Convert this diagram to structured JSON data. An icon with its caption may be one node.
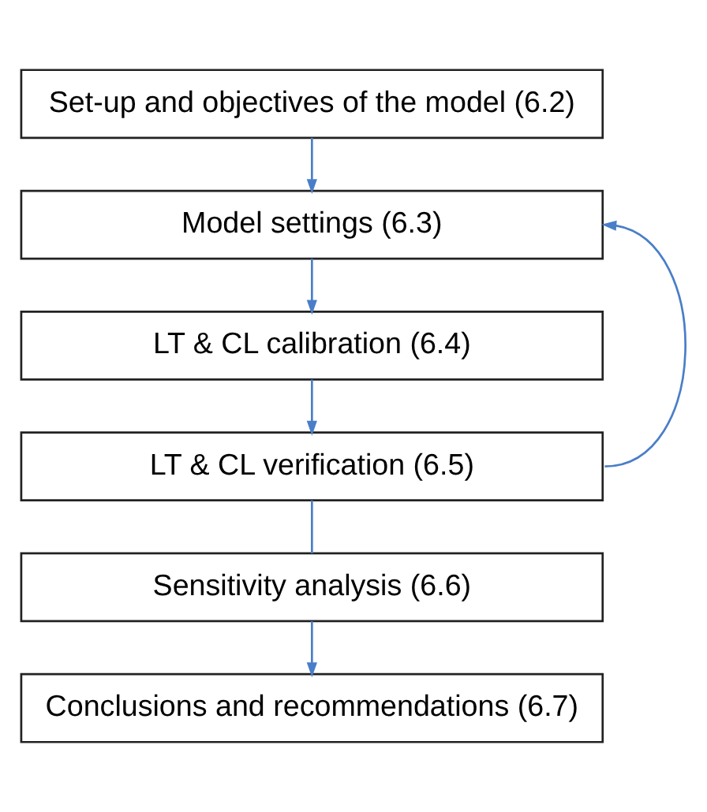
{
  "diagram": {
    "nodes": [
      {
        "text": [
          "Set-up and objectives of the model (6.2)"
        ]
      },
      {
        "text": [
          "Model settings (6.3)"
        ]
      },
      {
        "text": [
          "LT & CL calibration (6.4)"
        ]
      },
      {
        "text": [
          "LT & CL verification (6.5)"
        ]
      },
      {
        "text": [
          "Sensitivity analysis (6.6)"
        ]
      },
      {
        "text": [
          "Conclusions and recommendations (6.7)"
        ]
      }
    ],
    "edges": [
      {
        "from": 0,
        "to": 1,
        "arrow": "to"
      },
      {
        "from": 1,
        "to": 2,
        "arrow": "to"
      },
      {
        "from": 2,
        "to": 3,
        "arrow": "to"
      },
      {
        "from": 3,
        "to": 4,
        "arrow": "none"
      },
      {
        "from": 4,
        "to": 5,
        "arrow": "to"
      },
      {
        "from": 3,
        "to": 1,
        "arrow": "to"
      }
    ]
  }
}
